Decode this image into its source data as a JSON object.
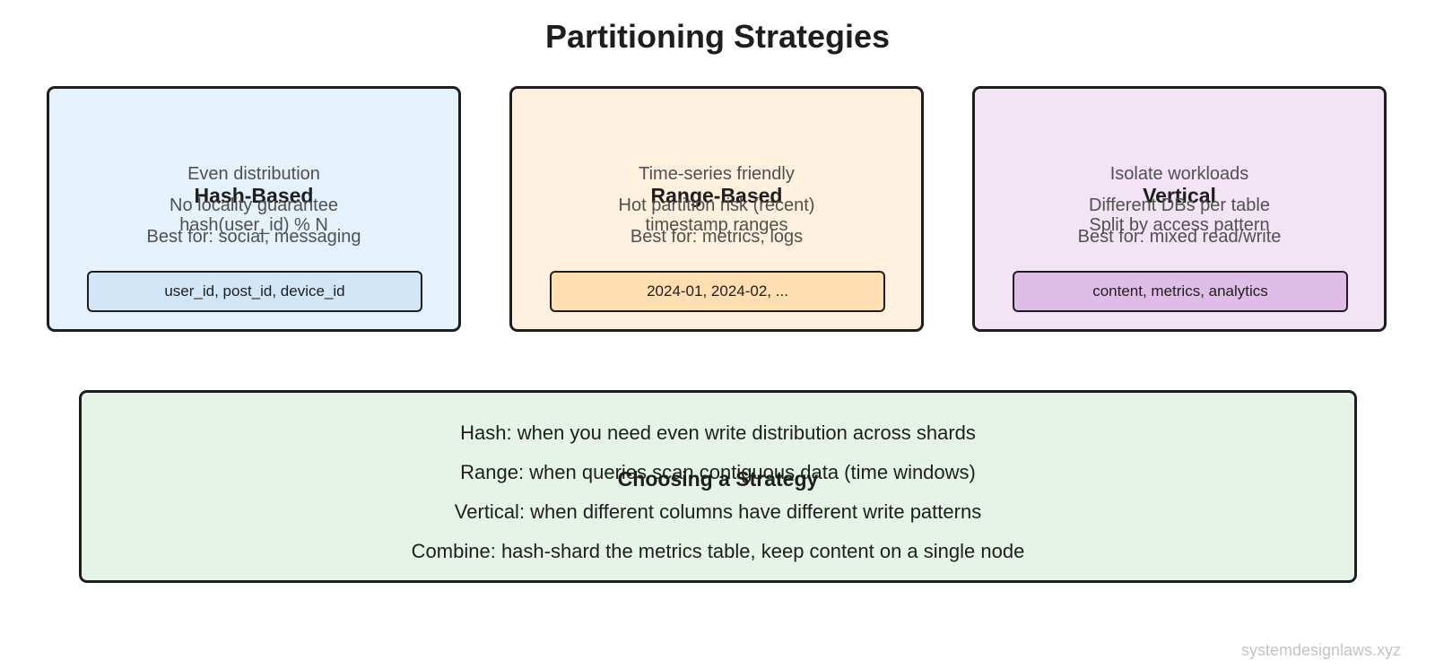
{
  "title": "Partitioning Strategies",
  "strategies": [
    {
      "title": "Hash-Based",
      "notes": [
        "Even distribution",
        "No locality guarantee",
        "hash(user_id) % N",
        "Best for: social, messaging"
      ],
      "keys": "user_id, post_id, device_id",
      "color": "#e6f2fb",
      "keys_color": "#d1e6f7"
    },
    {
      "title": "Range-Based",
      "notes": [
        "Time-series friendly",
        "Hot partition risk (recent)",
        "timestamp ranges",
        "Best for: metrics, logs"
      ],
      "keys": "2024-01, 2024-02, ...",
      "color": "#fff1de",
      "keys_color": "#ffdfb0"
    },
    {
      "title": "Vertical",
      "notes": [
        "Isolate workloads",
        "Different DBs per table",
        "Split by access pattern",
        "Best for: mixed read/write"
      ],
      "keys": "content, metrics, analytics",
      "color": "#f2e4f5",
      "keys_color": "#e0bde6"
    }
  ],
  "choosing": {
    "title": "Choosing a Strategy",
    "lines": [
      "Hash: when you need even write distribution across shards",
      "Range: when queries scan contiguous data (time windows)",
      "Vertical: when different columns have different write patterns",
      "Combine: hash-shard the metrics table, keep content on a single node"
    ],
    "color": "#e6f4e7"
  },
  "watermark": "systemdesignlaws.xyz"
}
